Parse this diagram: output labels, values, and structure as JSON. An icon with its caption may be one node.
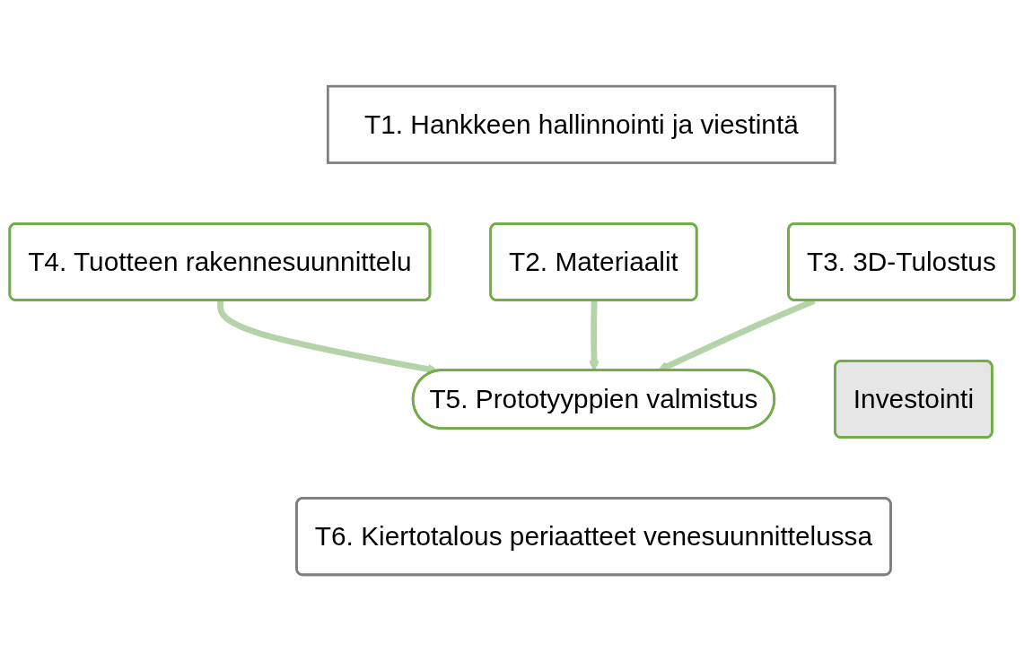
{
  "diagram": {
    "nodes": [
      {
        "text": [
          "T1. Hankkeen hallinnointi ja viestintä"
        ]
      },
      {
        "text": [
          "T4. Tuotteen rakennesuunnittelu"
        ]
      },
      {
        "text": [
          "T2. Materiaalit"
        ]
      },
      {
        "text": [
          "T3. 3D-Tulostus"
        ]
      },
      {
        "text": [
          "Investointi"
        ]
      },
      {
        "text": [
          "T5. Prototyyppien valmistus"
        ]
      },
      {
        "text": [
          "T6. Kiertotalous periaatteet venesuunnittelussa"
        ]
      }
    ],
    "edges": [
      {
        "from": 1,
        "to": 5,
        "arrow": "to"
      },
      {
        "from": 2,
        "to": 5,
        "arrow": "to"
      },
      {
        "from": 3,
        "to": 5,
        "arrow": "to"
      }
    ]
  }
}
